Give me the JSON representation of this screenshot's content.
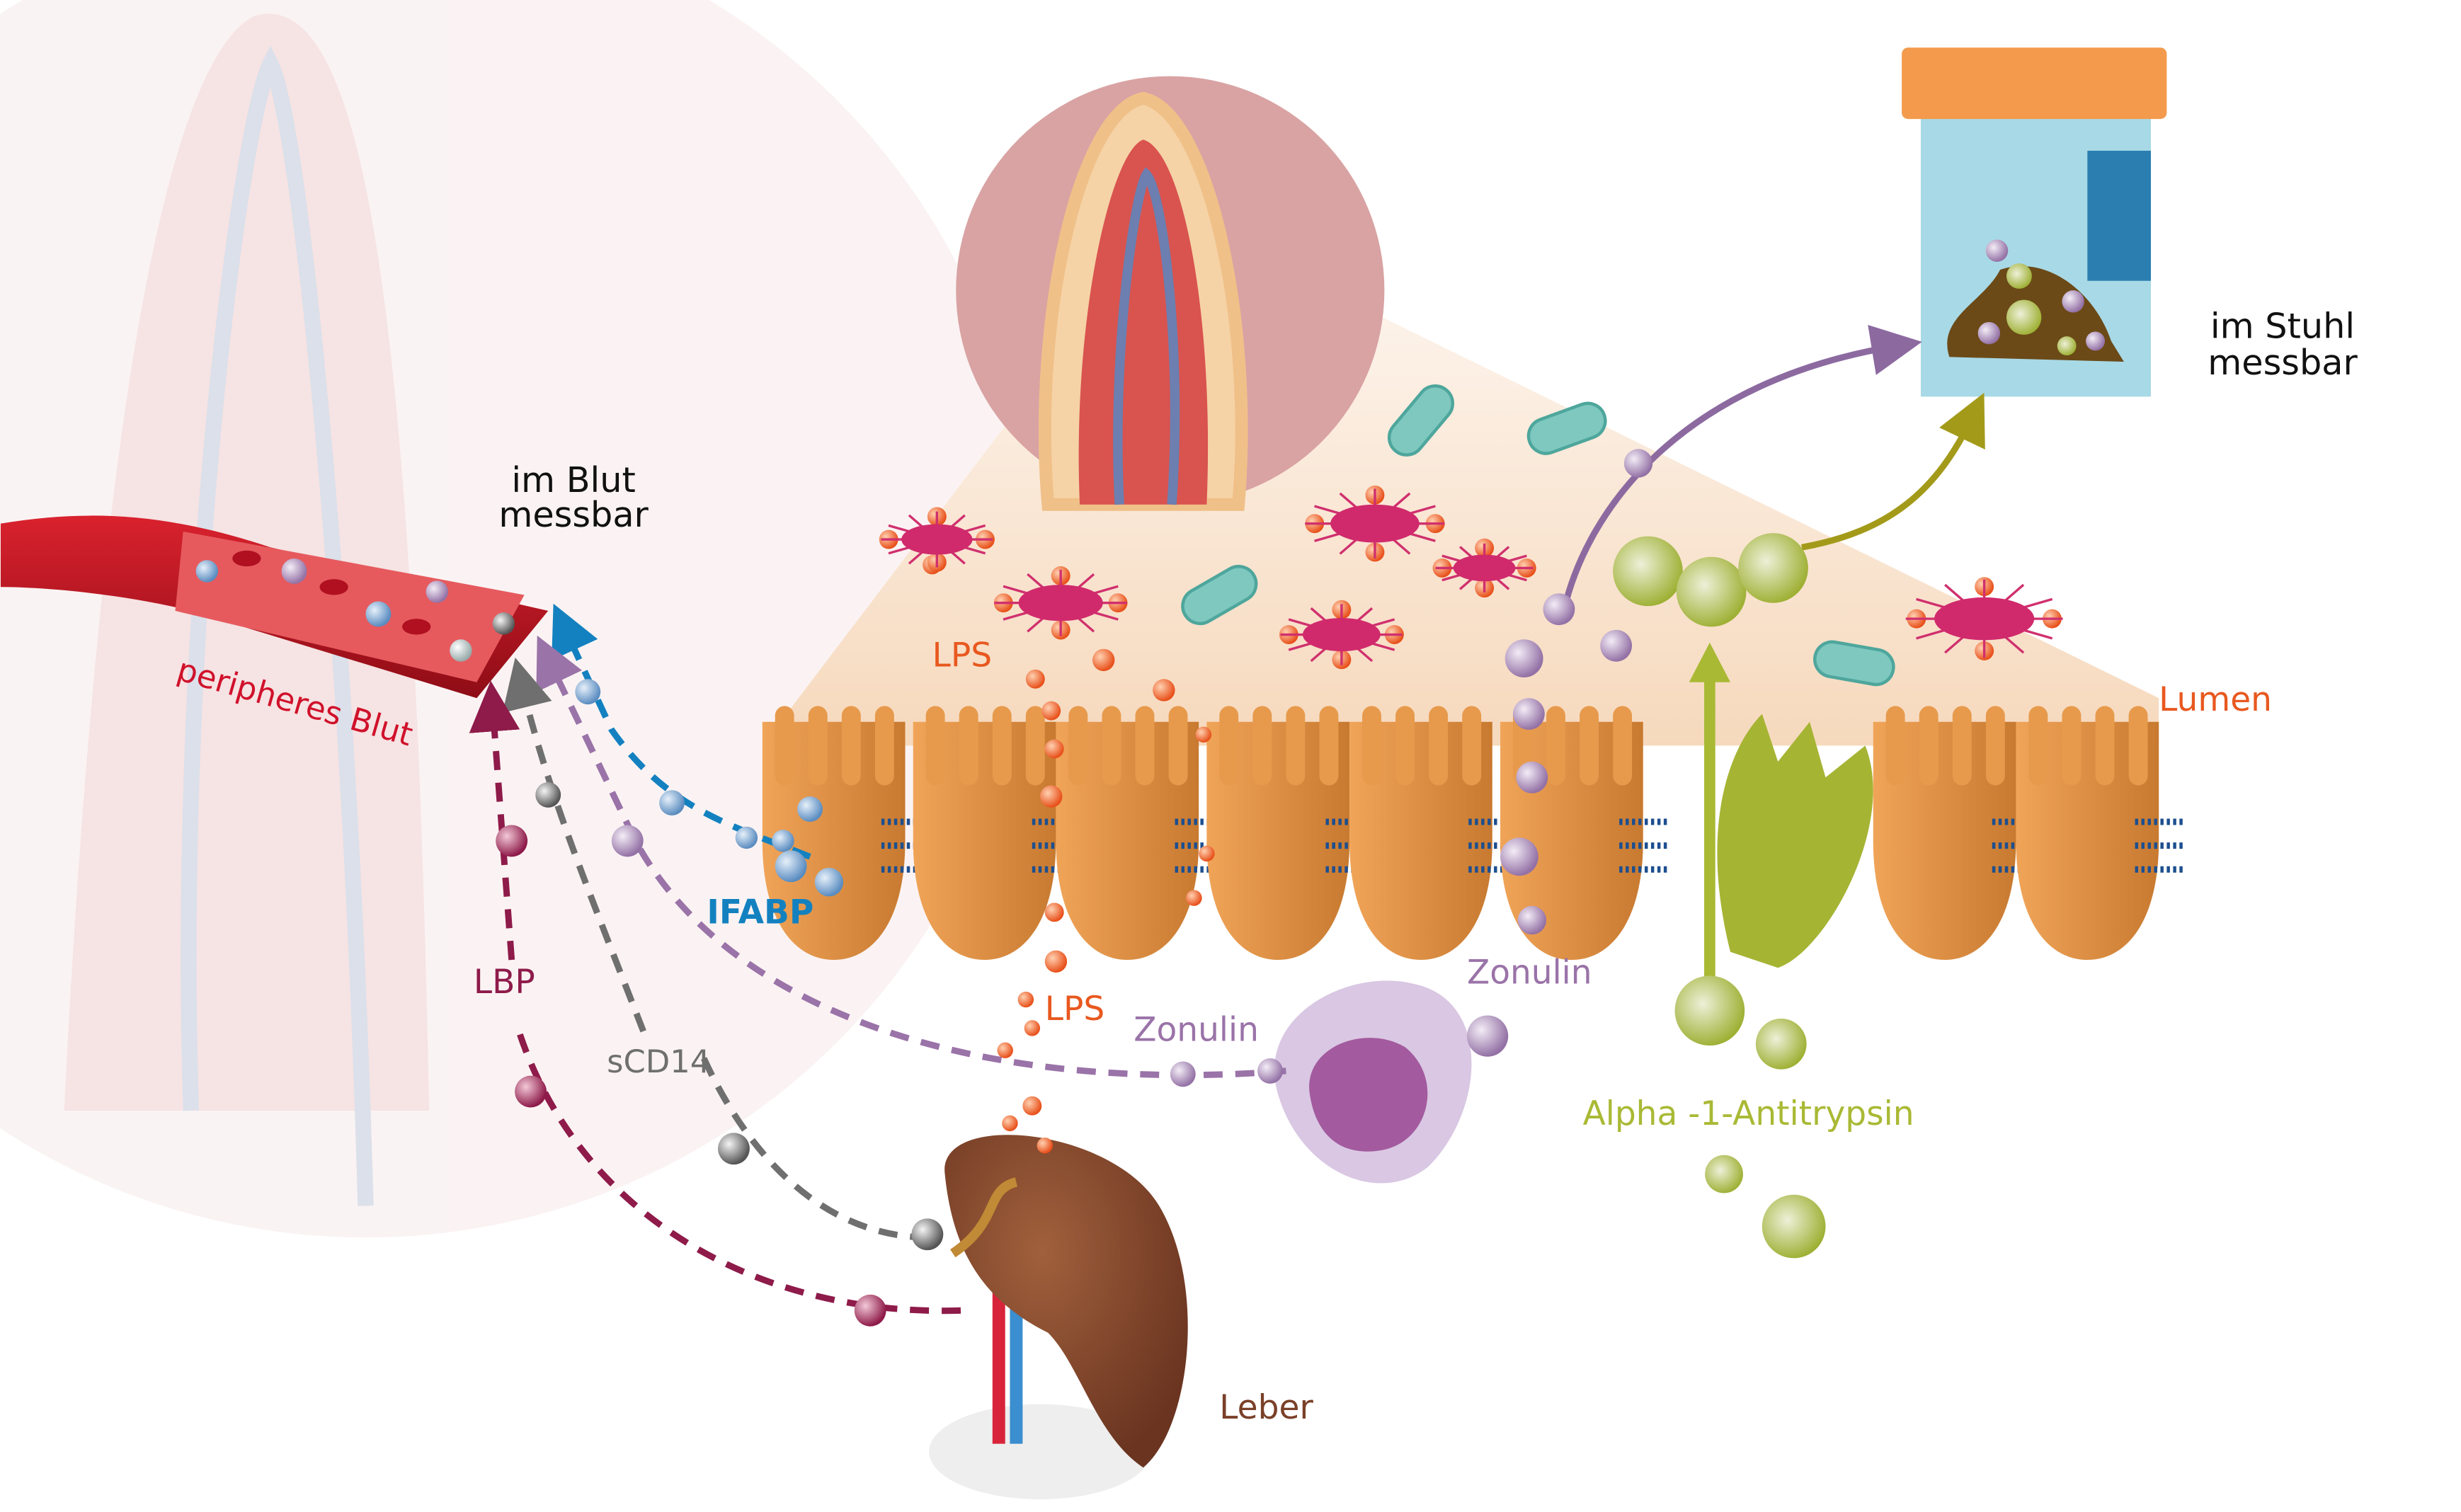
{
  "labels": {
    "blood_measurable": [
      "im Blut",
      "messbar"
    ],
    "stool_measurable": [
      "im Stuhl",
      "messbar"
    ],
    "peripheral_blood": "peripheres Blut",
    "ifabp": "IFABP",
    "lbp": "LBP",
    "scd14": "sCD14",
    "lps_lumen": "LPS",
    "lps_blood": "LPS",
    "zonulin_blood": "Zonulin",
    "zonulin_lumen": "Zonulin",
    "lumen": "Lumen",
    "alpha1": "Alpha -1-Antitrypsin",
    "liver": "Leber"
  },
  "colors": {
    "ifabp": "#1381c0",
    "lbp": "#8e1b4a",
    "scd14": "#6f6f6f",
    "zonulin": "#9a73a8",
    "lps": "#e8581f",
    "alpha1": "#a9b934",
    "blood": "#c8102e",
    "epithelium": "#e08a3c",
    "liver": "#7a4028"
  }
}
